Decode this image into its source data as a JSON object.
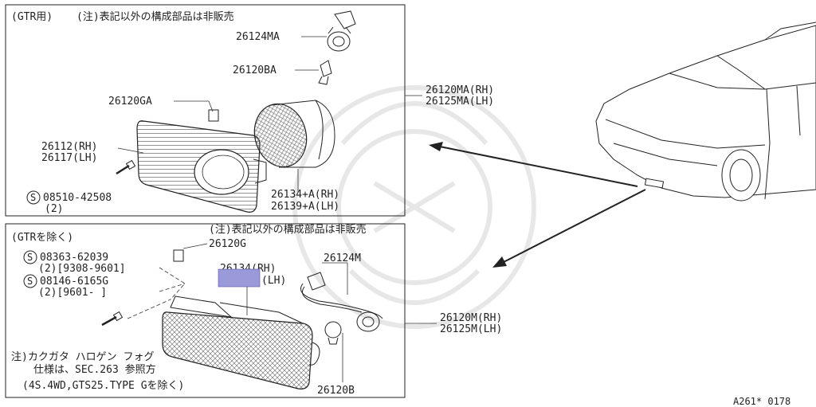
{
  "top_panel": {
    "title": "(GTR用)",
    "note": "(注)表記以外の構成部品は非販売",
    "parts": {
      "p_26124MA": "26124MA",
      "p_26120BA": "26120BA",
      "p_26120GA": "26120GA",
      "p_26112": "26112(RH)",
      "p_26117": "26117(LH)",
      "p_screw": "08510-42508",
      "p_screw_qty": "(2)",
      "p_26134A": "26134+A(RH)",
      "p_26139A": "26139+A(LH)"
    },
    "assembly": [
      "26120MA(RH)",
      "26125MA(LH)"
    ]
  },
  "bottom_panel": {
    "title": "(GTRを除く)",
    "note": "(注)表記以外の構成部品は非販売",
    "parts": {
      "p_26120G": "26120G",
      "p_screw1": "08363-62039",
      "p_screw1_qty": "(2)[9308-9601]",
      "p_screw2": "08146-6165G",
      "p_screw2_qty": "(2)[9601-    ]",
      "p_26134": "26134(RH)",
      "p_26139": "(LH)",
      "p_26124M": "26124M",
      "p_26120B": "26120B"
    },
    "assembly": [
      "26120M(RH)",
      "26125M(LH)"
    ],
    "footnote": [
      "注)カクガタ ハロゲン フォグ",
      "仕様は、SEC.263 参照方",
      "(4S.4WD,GTS25.TYPE Gを除く)"
    ]
  },
  "circled_s": "S",
  "figure_code": "A261* 0178"
}
